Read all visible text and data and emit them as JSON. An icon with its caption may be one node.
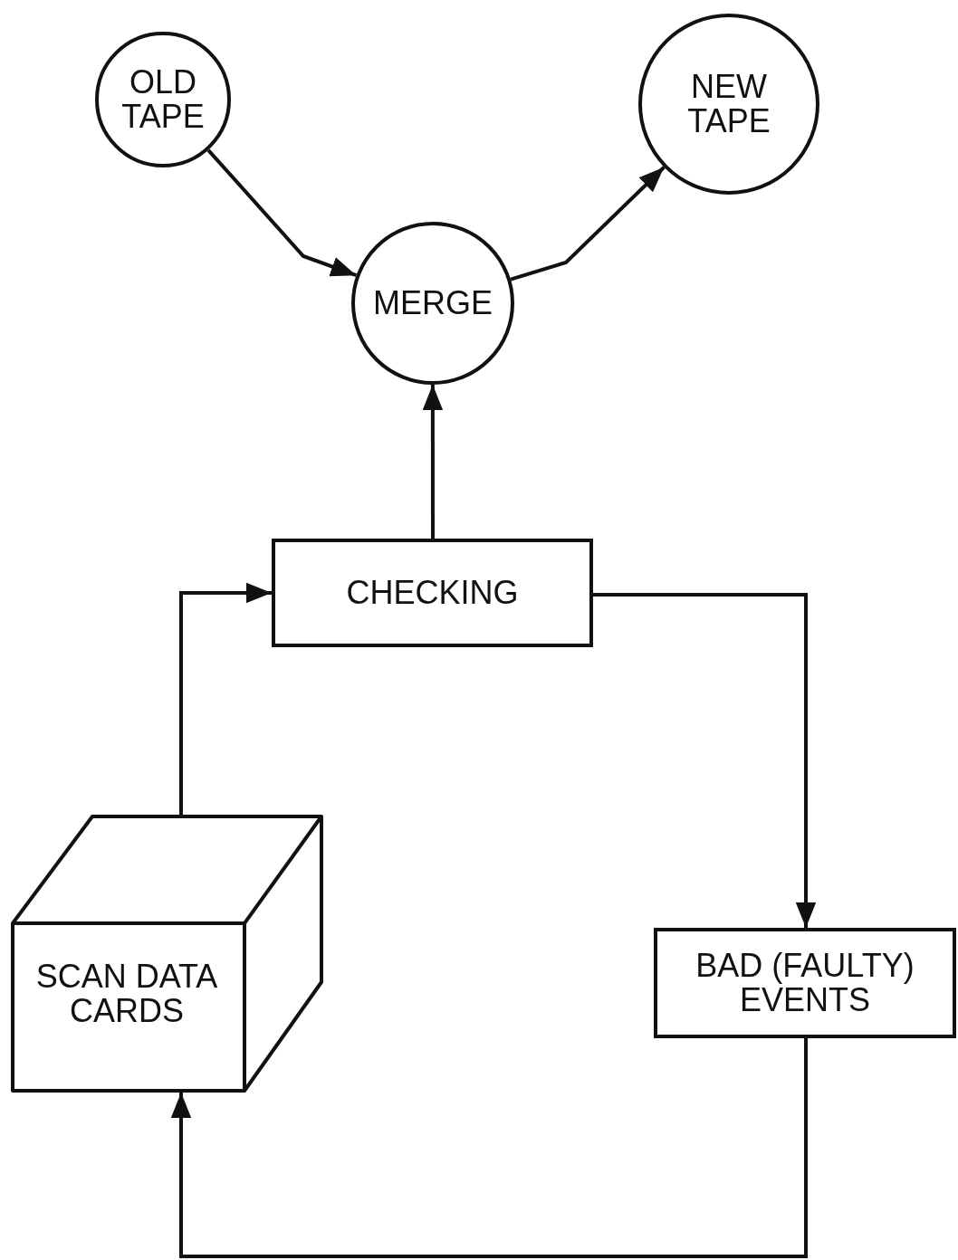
{
  "diagram": {
    "nodes": [
      {
        "text": [
          "OLD TAPE"
        ]
      },
      {
        "text": [
          "NEW TAPE"
        ]
      },
      {
        "text": [
          "MERGE"
        ]
      },
      {
        "text": [
          "CHECKING"
        ]
      },
      {
        "text": [
          "SCAN DATA CARDS"
        ]
      },
      {
        "text": [
          "BAD (FAULTY) EVENTS"
        ]
      }
    ],
    "edges": [
      {
        "from": 0,
        "to": 2,
        "arrow": "to"
      },
      {
        "from": 2,
        "to": 1,
        "arrow": "to"
      },
      {
        "from": 3,
        "to": 2,
        "arrow": "to"
      },
      {
        "from": 4,
        "to": 3,
        "arrow": "to"
      },
      {
        "from": 3,
        "to": 5,
        "arrow": "to"
      },
      {
        "from": 5,
        "to": 4,
        "arrow": "to"
      }
    ]
  }
}
